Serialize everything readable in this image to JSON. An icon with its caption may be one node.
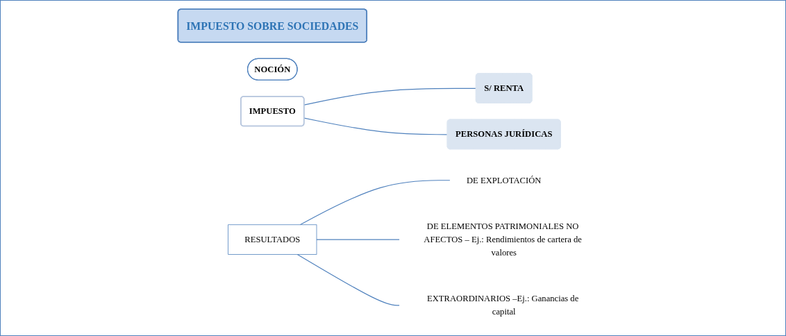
{
  "diagram": {
    "nodes": [
      {
        "text": [
          "IMPUESTO SOBRE SOCIEDADES"
        ]
      },
      {
        "text": [
          "NOCIÓN"
        ]
      },
      {
        "text": [
          "IMPUESTO"
        ]
      },
      {
        "text": [
          "S/ RENTA"
        ]
      },
      {
        "text": [
          "PERSONAS JURÍDICAS"
        ]
      },
      {
        "text": [
          "RESULTADOS"
        ]
      },
      {
        "text": [
          "DE EXPLOTACIÓN"
        ]
      },
      {
        "text": [
          "DE ELEMENTOS PATRIMONIALES NO AFECTOS – Ej.: Rendimientos de cartera de valores"
        ]
      },
      {
        "text": [
          "EXTRAORDINARIOS –Ej.: Ganancias de capital"
        ]
      }
    ],
    "edges": [
      {
        "from": 2,
        "to": 3,
        "arrow": "none"
      },
      {
        "from": 2,
        "to": 4,
        "arrow": "none"
      },
      {
        "from": 5,
        "to": 6,
        "arrow": "none"
      },
      {
        "from": 5,
        "to": 7,
        "arrow": "none"
      },
      {
        "from": 5,
        "to": 8,
        "arrow": "none"
      }
    ]
  }
}
